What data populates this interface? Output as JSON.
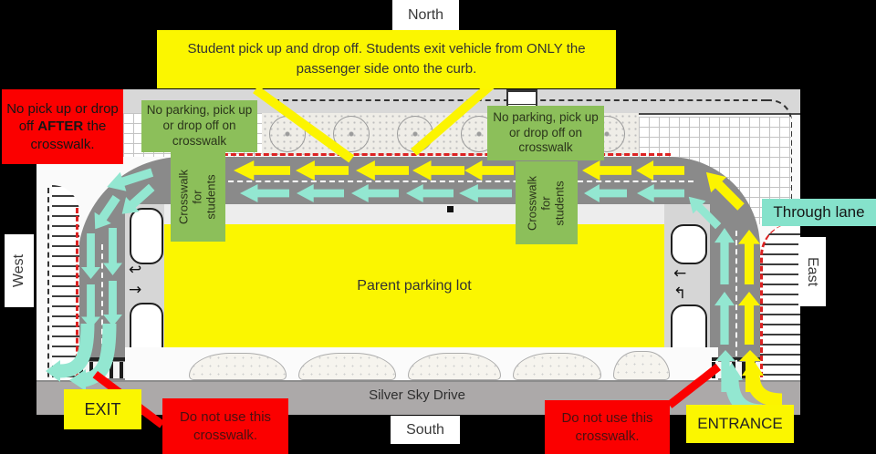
{
  "compass": {
    "north": "North",
    "south": "South",
    "east": "East",
    "west": "West"
  },
  "banner": {
    "text": "Student pick up and drop off. Students exit vehicle from ONLY the passenger side onto the curb."
  },
  "map": {
    "street_label": "Silver Sky Drive",
    "parking_label": "Parent parking lot"
  },
  "callouts": {
    "no_pickup_after": {
      "pre": "No pick up or drop off ",
      "bold": "AFTER",
      "post": " the crosswalk."
    },
    "no_parking_left": {
      "text": "No parking, pick up or drop off on crosswalk"
    },
    "no_parking_right": {
      "text": "No parking, pick up or drop off on crosswalk"
    },
    "crosswalk_left": {
      "text": "Crosswalk\nfor\nstudents"
    },
    "crosswalk_right": {
      "text": "Crosswalk\nfor\nstudents"
    },
    "through_lane": {
      "text": "Through lane"
    },
    "do_not_use_left": {
      "text": "Do not use this crosswalk."
    },
    "do_not_use_right": {
      "text": "Do not use this crosswalk."
    },
    "exit": {
      "text": "EXIT"
    },
    "entrance": {
      "text": "ENTRANCE"
    }
  },
  "icons": {
    "median_left": [
      "↩",
      "→"
    ],
    "median_right": [
      "←",
      "↰"
    ]
  },
  "colors": {
    "annotation_yellow": "#FBF600",
    "annotation_red": "#FB0000",
    "annotation_green": "#8CBF5A",
    "through_lane_teal": "#85E2CB",
    "arrow_yellow": "#FCF400",
    "arrow_teal": "#93E7D1",
    "road_gray": "#8A8A8A",
    "drive_gray": "#ACA9A9"
  }
}
